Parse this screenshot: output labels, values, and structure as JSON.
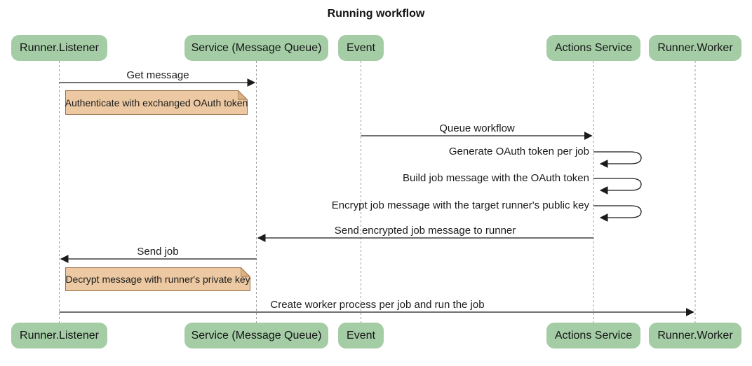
{
  "title": "Running workflow",
  "actors": [
    {
      "label": "Runner.Listener"
    },
    {
      "label": "Service (Message Queue)"
    },
    {
      "label": "Event"
    },
    {
      "label": "Actions Service"
    },
    {
      "label": "Runner.Worker"
    }
  ],
  "messages": {
    "get_message": "Get message",
    "queue_workflow": "Queue workflow",
    "generate_oauth": "Generate OAuth token per job",
    "build_job": "Build job message with the OAuth token",
    "encrypt_job": "Encrypt job message with the target runner's public key",
    "send_encrypted": "Send encrypted job message to runner",
    "send_job": "Send job",
    "create_worker": "Create worker process per job and run the job"
  },
  "notes": {
    "authenticate": "Authenticate with exchanged OAuth token",
    "decrypt": "Decrypt message with runner's private key"
  },
  "colors": {
    "actor_fill": "#a4cda6",
    "note_fill": "#ecc9a2",
    "note_border": "#9a7049",
    "note_fold": "#ddb184",
    "lifeline": "#9b9b9b",
    "arrow": "#1b1b1b"
  }
}
